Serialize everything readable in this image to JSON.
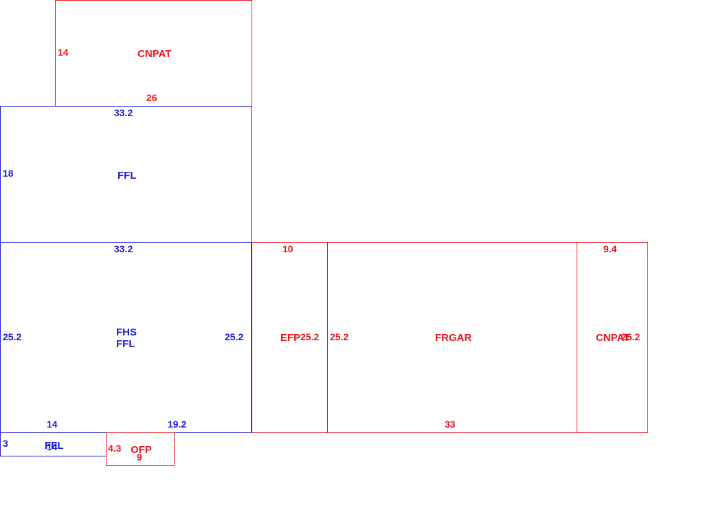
{
  "rooms": {
    "cnpat_top": {
      "name": "CNPAT",
      "side": "14",
      "bottom": "26"
    },
    "ffl_upper": {
      "name": "FFL",
      "top": "33.2",
      "side": "18"
    },
    "ffl_lower": {
      "name_1": "FHS",
      "name_2": "FFL",
      "top": "33.2",
      "left": "25.2",
      "right": "25.2",
      "bottom_a": "14",
      "bottom_b": "19.2"
    },
    "efp": {
      "name": "EFP",
      "top": "10",
      "right": "25.2"
    },
    "frgar": {
      "name": "FRGAR",
      "left": "25.2",
      "bottom": "33"
    },
    "cnpat_right": {
      "name": "CNPAT",
      "top": "9.4",
      "right": "25.2"
    },
    "ffl_small": {
      "name": "FFL",
      "side": "3",
      "bottom": "14"
    },
    "ofp": {
      "name": "OFP",
      "side": "4.3",
      "bottom": "9"
    }
  },
  "colors": {
    "red": "#e8141b",
    "blue": "#1a1ad8"
  }
}
